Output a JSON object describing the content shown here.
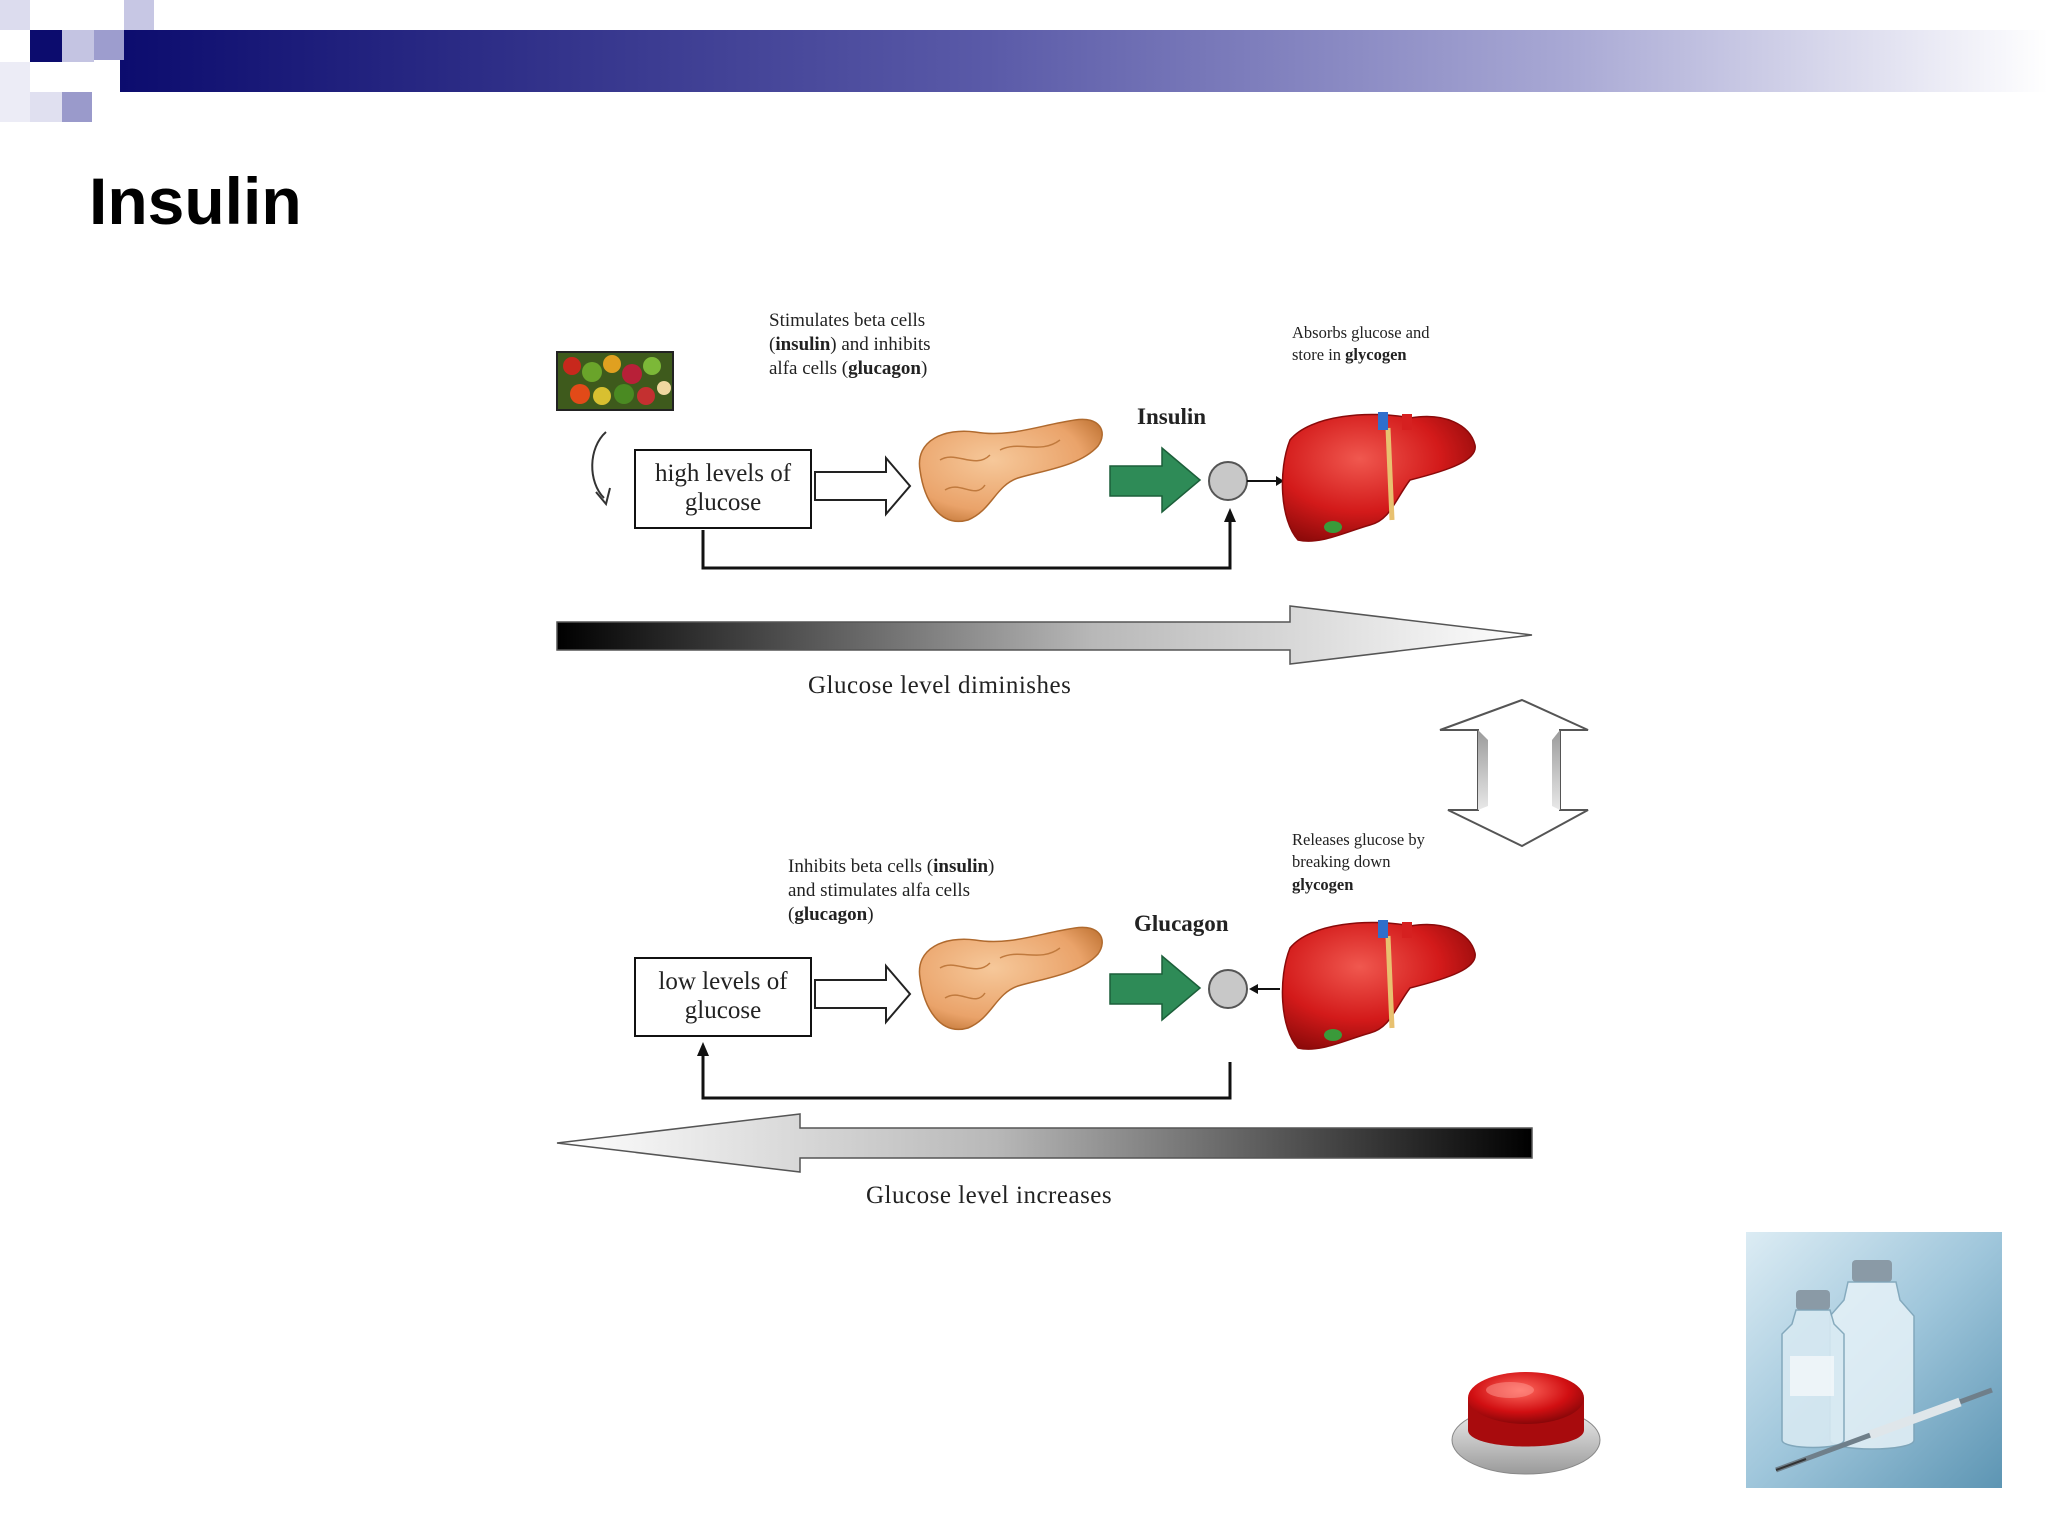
{
  "slide": {
    "title": "Insulin"
  },
  "diagram": {
    "top": {
      "box": [
        "high levels of",
        "glucose"
      ],
      "note": {
        "line1": "Stimulates beta cells",
        "line2_pre": "(",
        "line2_bold": "insulin",
        "line2_post": ") and inhibits",
        "line3_pre": "alfa cells (",
        "line3_bold": "glucagon",
        "line3_post": ")"
      },
      "hormone": "Insulin",
      "liver_note": {
        "line1": "Absorbs glucose and",
        "line2_pre": "store in ",
        "line2_bold": "glycogen"
      },
      "arrow_caption": "Glucose level diminishes"
    },
    "bottom": {
      "box": [
        "low levels of",
        "glucose"
      ],
      "note": {
        "line1_pre": "Inhibits beta cells (",
        "line1_bold": "insulin",
        "line1_post": ")",
        "line2": "and stimulates alfa cells",
        "line3_pre": "(",
        "line3_bold": "glucagon",
        "line3_post": ")"
      },
      "hormone": "Glucagon",
      "liver_note": {
        "line1": "Releases glucose by",
        "line2": "breaking down",
        "line3_bold": "glycogen"
      },
      "arrow_caption": "Glucose level increases"
    }
  },
  "colors": {
    "header_dark": "#0c0c6e",
    "header_light": "#ffffff",
    "green_arrow": "#2e8b57",
    "liver": "#d31a1a",
    "pancreas": "#eaa36a",
    "button_red": "#d10f12"
  }
}
